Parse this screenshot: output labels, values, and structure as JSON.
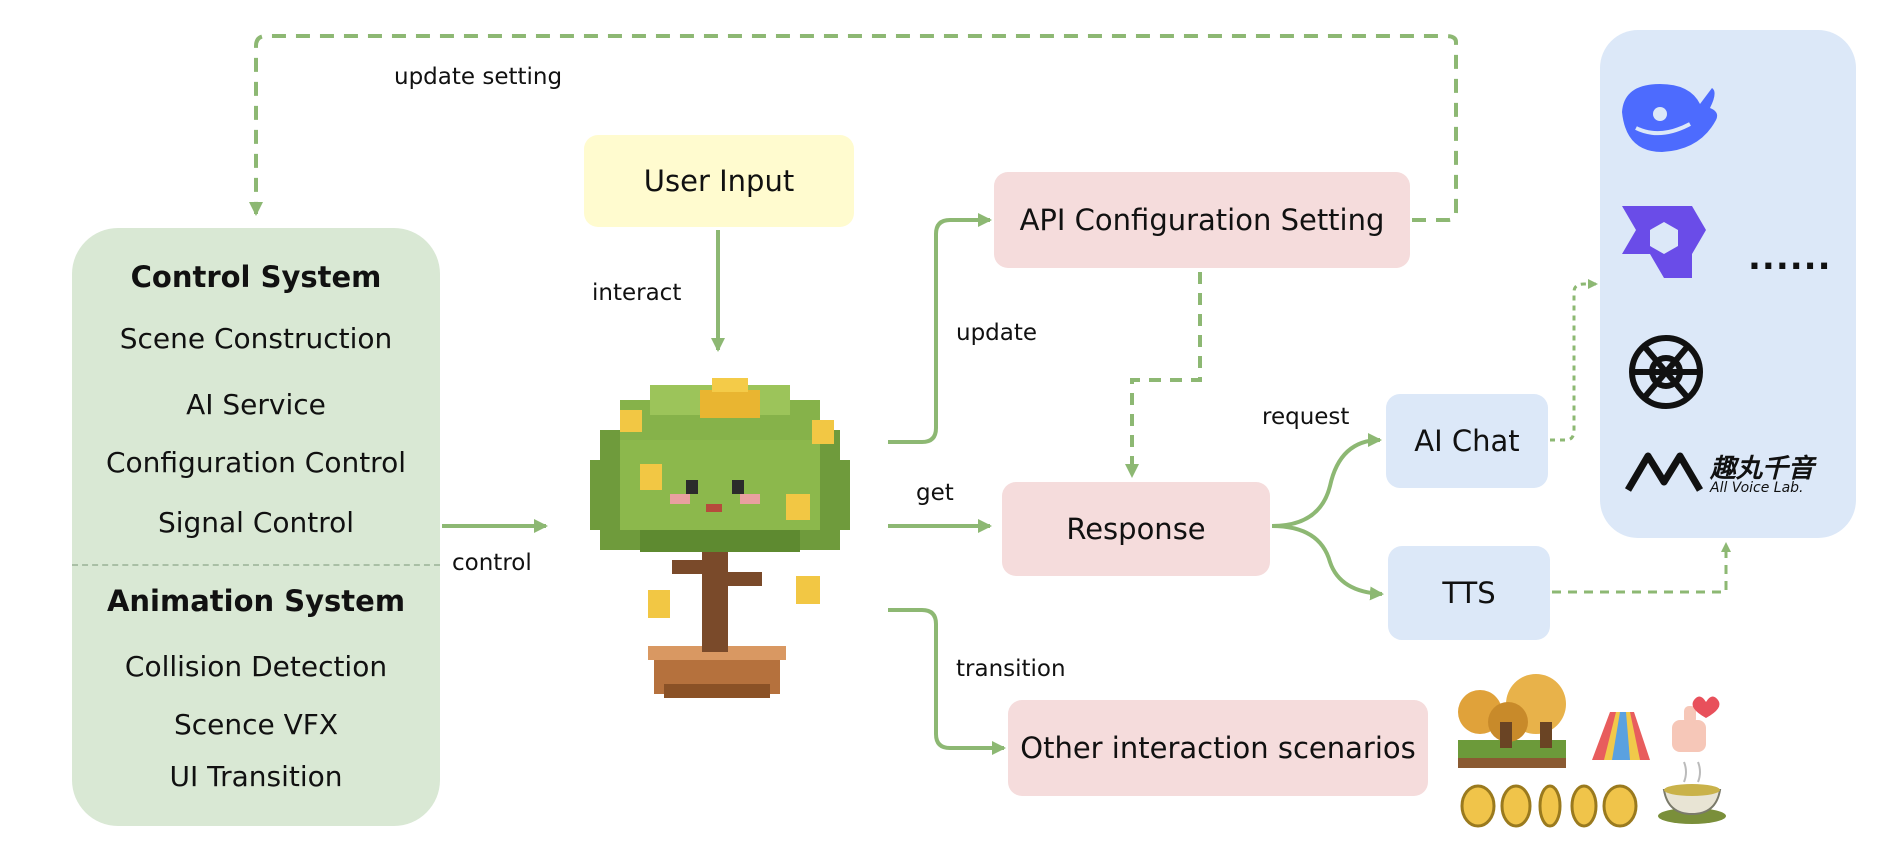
{
  "control_system": {
    "title": "Control System",
    "items": [
      "Scene Construction",
      "AI Service",
      "Configuration Control",
      "Signal Control"
    ]
  },
  "animation_system": {
    "title": "Animation System",
    "items": [
      "Collision Detection",
      "Scence VFX",
      "UI Transition"
    ]
  },
  "nodes": {
    "user_input": "User Input",
    "api_config": "API Configuration Setting",
    "response": "Response",
    "other_scenarios": "Other interaction scenarios",
    "ai_chat": "AI Chat",
    "tts": "TTS"
  },
  "edge_labels": {
    "update_setting": "update setting",
    "interact": "interact",
    "control": "control",
    "update": "update",
    "get": "get",
    "transition": "transition",
    "request": "request"
  },
  "providers": {
    "icons": [
      "deepseek-whale-icon",
      "qwen-logo-icon",
      "openai-logo-icon",
      "allvoice-logo-icon"
    ],
    "more": "......",
    "allvoice_cn": "趣丸千音",
    "allvoice_en": "All Voice Lab."
  },
  "colors": {
    "arrow_green": "#8db873",
    "control_panel": "#d9e8d4",
    "user_input": "#fffbcf",
    "pink_node": "#f5dcdc",
    "blue_node": "#dce8f8"
  }
}
